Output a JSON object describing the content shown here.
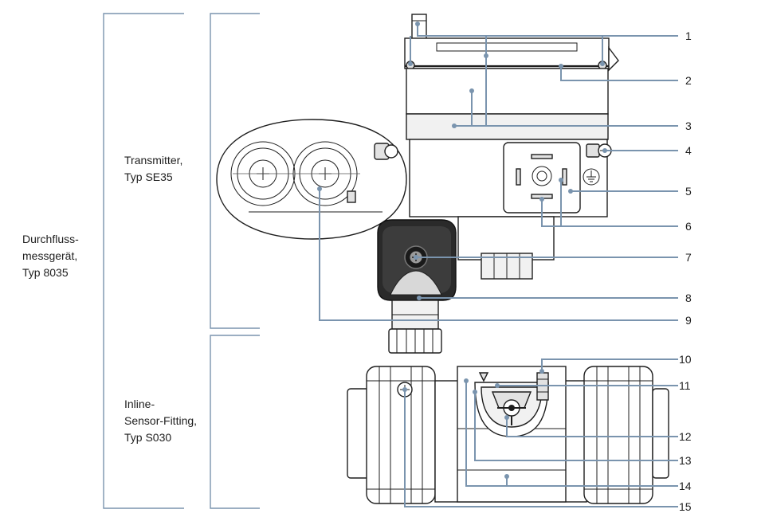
{
  "groups": {
    "device": [
      "Durchfluss-",
      "messgerät,",
      "Typ 8035"
    ],
    "transmitter": [
      "Transmitter,",
      "Typ SE35"
    ],
    "fitting": [
      "Inline-",
      "Sensor-Fitting,",
      "Typ S030"
    ]
  },
  "callouts": [
    "1",
    "2",
    "3",
    "4",
    "5",
    "6",
    "7",
    "8",
    "9",
    "10",
    "11",
    "12",
    "13",
    "14",
    "15"
  ],
  "colors": {
    "leader": "#7a94ae",
    "ink": "#1e1e1e"
  }
}
